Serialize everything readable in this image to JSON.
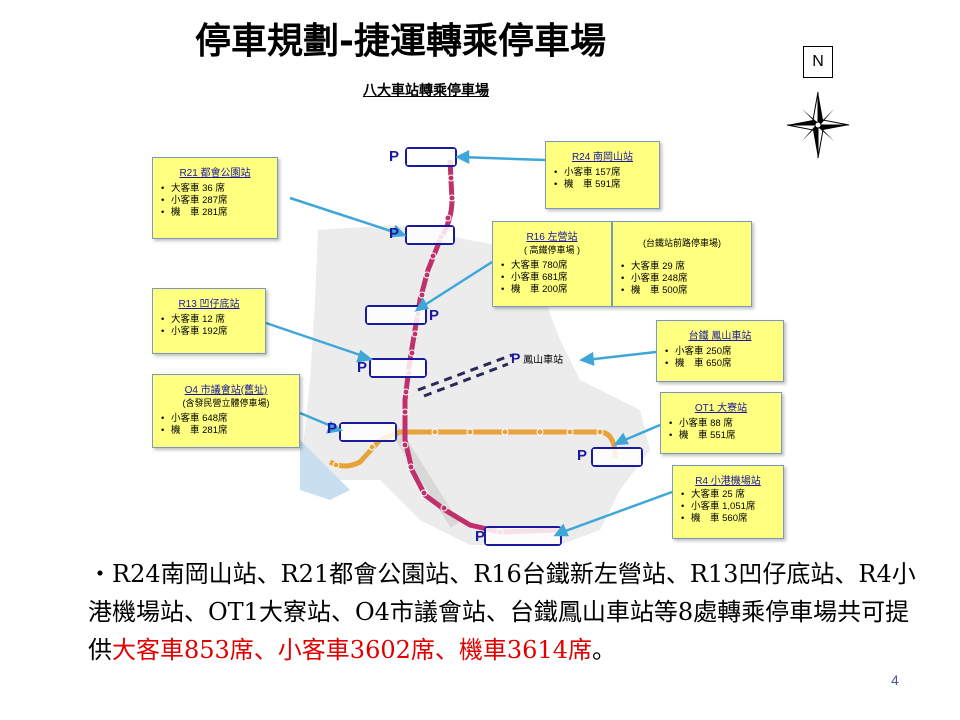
{
  "slide": {
    "title": "停車規劃-捷運轉乘停車場",
    "subtitle": "八大車站轉乘停車場",
    "north_label": "N",
    "page_number": "4"
  },
  "parking_marker": "P",
  "boxes": {
    "r24": {
      "title": "R24 南岡山站",
      "items": [
        "小客車 157席",
        "機　車 591席"
      ]
    },
    "r21": {
      "title": "R21 都會公園站",
      "items": [
        "大客車 36 席",
        "小客車 287席",
        "機　車 281席"
      ]
    },
    "r16": {
      "title": "R16 左營站",
      "subtitle": "( 高鐵停車場 )",
      "items": [
        "大客車 780席",
        "小客車 681席",
        "機　車 200席"
      ]
    },
    "r16b": {
      "title": "(台鐵站前路停車場)",
      "items": [
        "大客車 29 席",
        "小客車 248席",
        "機　車 500席"
      ]
    },
    "r13": {
      "title": "R13 凹仔底站",
      "items": [
        "大客車 12 席",
        "小客車 192席"
      ]
    },
    "fengshan": {
      "title": "台鐵 鳳山車站",
      "items": [
        "小客車 250席",
        "機　車 650席"
      ]
    },
    "o4": {
      "title": "O4 市議會站(舊址)",
      "subtitle": "(含發民營立體停車場)",
      "items": [
        "小客車 648席",
        "機　車 281席"
      ]
    },
    "ot1": {
      "title": "OT1 大寮站",
      "items": [
        "小客車 88 席",
        "機　車 551席"
      ]
    },
    "r4": {
      "title": "R4 小港機場站",
      "items": [
        "大客車 25 席",
        "小客車 1,051席",
        "機　車 560席"
      ]
    }
  },
  "fengshan_station_label": "鳳山車站",
  "summary": {
    "part1": "・R24南岡山站、R21都會公園站、R16台鐵新左營站、R13凹仔底站、R4小港機場站、OT1大寮站、O4市議會站、台鐵鳳山車站等8處轉乘停車場共可提供",
    "highlight": "大客車853席、小客車3602席、機車3614席",
    "part2": "。"
  },
  "colors": {
    "red_line": "#c0306a",
    "orange_line": "#e8a23a",
    "box_fill": "#ffff80",
    "highlight_red": "#e00000",
    "marker_blue": "#1a1aa0"
  }
}
